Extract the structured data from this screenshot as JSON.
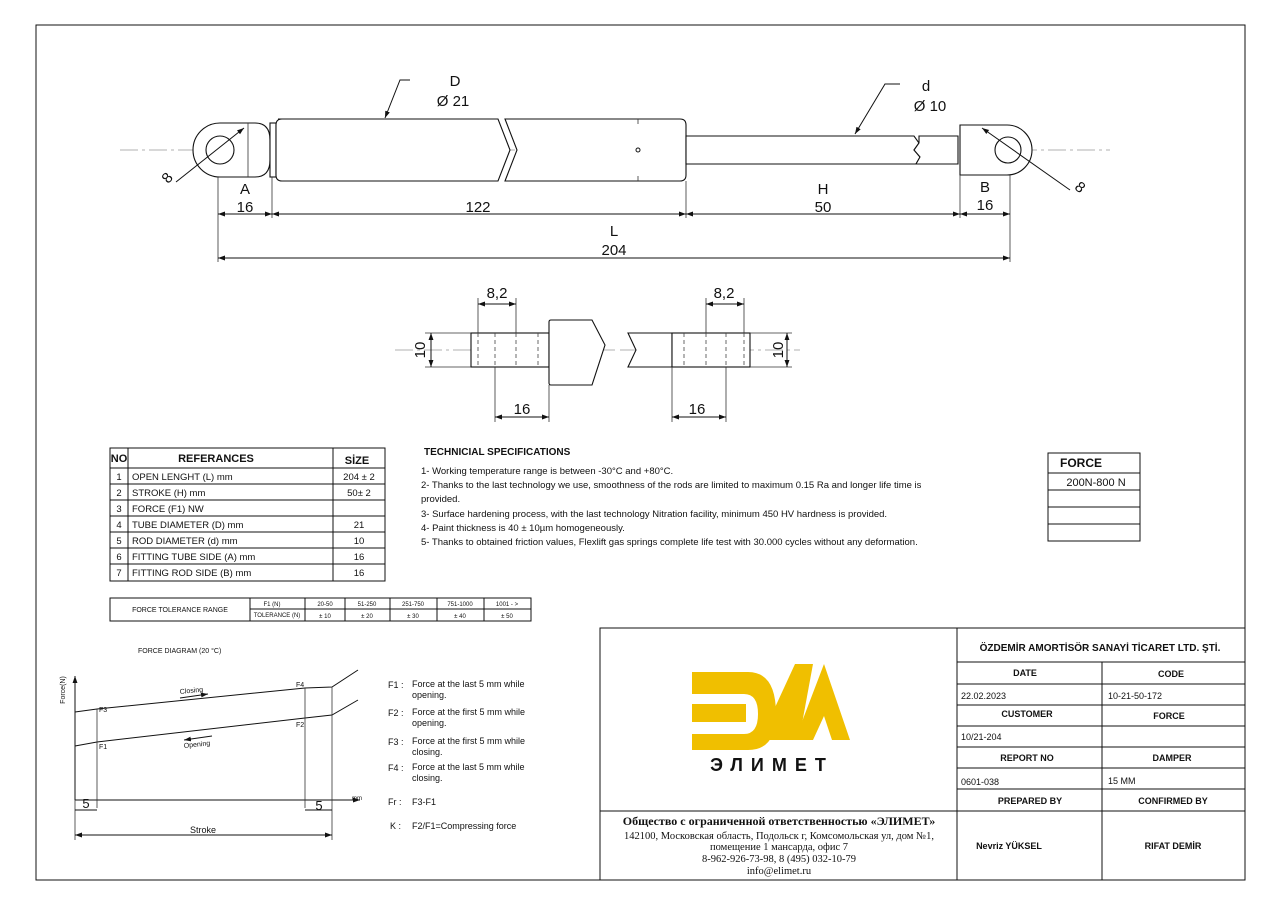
{
  "drawing": {
    "label_D": "D",
    "label_D_dia": "Ø 21",
    "label_d": "d",
    "label_d_dia": "Ø 10",
    "eye_left_dim": "8",
    "eye_right_dim": "8",
    "label_A": "A",
    "dim_A": "16",
    "dim_tube": "122",
    "label_H": "H",
    "dim_H": "50",
    "label_B": "B",
    "dim_B": "16",
    "label_L": "L",
    "dim_L": "204"
  },
  "fittings": {
    "left_width": "8,2",
    "left_height": "10",
    "left_length": "16",
    "right_width": "8,2",
    "right_height": "10",
    "right_length": "16"
  },
  "references": {
    "headers": [
      "NO",
      "REFERANCES",
      "SİZE"
    ],
    "rows": [
      [
        "1",
        "OPEN LENGHT (L) mm",
        "204 ± 2"
      ],
      [
        "2",
        "STROKE (H) mm",
        "50± 2"
      ],
      [
        "3",
        "FORCE (F1) NW",
        ""
      ],
      [
        "4",
        "TUBE DIAMETER (D) mm",
        "21"
      ],
      [
        "5",
        "ROD DIAMETER (d) mm",
        "10"
      ],
      [
        "6",
        "FITTING TUBE SIDE (A) mm",
        "16"
      ],
      [
        "7",
        "FITTING ROD SIDE (B) mm",
        "16"
      ]
    ]
  },
  "tech_specs": {
    "title": "TECHNICIAL SPECIFICATIONS",
    "line1": "1- Working temperature range is between -30°C and +80°C.",
    "line2a": "2- Thanks to the last technology we use, smoothness of the rods are limited to maximum 0.15 Ra and longer life time is",
    "line2b": "provided.",
    "line3": "3- Surface hardening process, with the last technology Nitration facility, minimum 450 HV hardness is provided.",
    "line4": "4- Paint thickness is 40 ± 10µm homogeneously.",
    "line5": "5- Thanks to obtained friction values, Flexlift gas springs complete life test with 30.000 cycles without any deformation."
  },
  "force_box": {
    "title": "FORCE",
    "value": "200N-800 N"
  },
  "tolerance": {
    "label": "FORCE TOLERANCE RANGE",
    "row1_head": "F1 (N)",
    "row2_head": "TOLERANCE (N)",
    "ranges": [
      "20-50",
      "51-250",
      "251-750",
      "751-1000",
      "1001 - >"
    ],
    "tolerances": [
      "± 10",
      "± 20",
      "± 30",
      "± 40",
      "± 50"
    ]
  },
  "diagram": {
    "title": "FORCE DIAGRAM (20 °C)",
    "y_label": "Force(N)",
    "x_unit": "mm",
    "closing": "Closing",
    "opening": "Opening",
    "f1": "F1",
    "f2": "F2",
    "f3": "F3",
    "f4": "F4",
    "five_left": "5",
    "five_right": "5",
    "stroke": "Stroke"
  },
  "legend": {
    "f1_key": "F1 :",
    "f1_a": "Force at the last 5 mm while",
    "f1_b": "opening.",
    "f2_key": "F2 :",
    "f2_a": "Force at the first 5 mm while",
    "f2_b": "opening.",
    "f3_key": "F3 :",
    "f3_a": "Force at the first 5 mm while",
    "f3_b": "closing.",
    "f4_key": "F4 :",
    "f4_a": "Force at the last 5 mm while",
    "f4_b": "closing.",
    "fr_key": "Fr :",
    "fr_val": "F3-F1",
    "k_key": "K :",
    "k_val": "F2/F1=Compressing force"
  },
  "company": {
    "logo_text": "ЭЛИМЕТ",
    "logo_color": "#f0bf00",
    "name": "Общество с ограниченной ответственностью «ЭЛИМЕТ»",
    "addr1": "142100, Московская область, Подольск г, Комсомольская ул, дом №1,",
    "addr2": "помещение 1 мансарда, офис 7",
    "phone": "8-962-926-73-98, 8 (495) 032-10-79",
    "email": "info@elimet.ru"
  },
  "title_block": {
    "company": "ÖZDEMİR AMORTİSÖR SANAYİ TİCARET LTD. ŞTİ.",
    "date_label": "DATE",
    "code_label": "CODE",
    "date": "22.02.2023",
    "code": "10-21-50-172",
    "customer_label": "CUSTOMER",
    "force_label": "FORCE",
    "customer": "10/21-204",
    "force": "",
    "report_label": "REPORT NO",
    "damper_label": "DAMPER",
    "report": "0601-038",
    "damper": "15 MM",
    "prepared_label": "PREPARED BY",
    "confirmed_label": "CONFIRMED BY",
    "prepared": "Nevriz YÜKSEL",
    "confirmed": "RIFAT DEMİR"
  }
}
